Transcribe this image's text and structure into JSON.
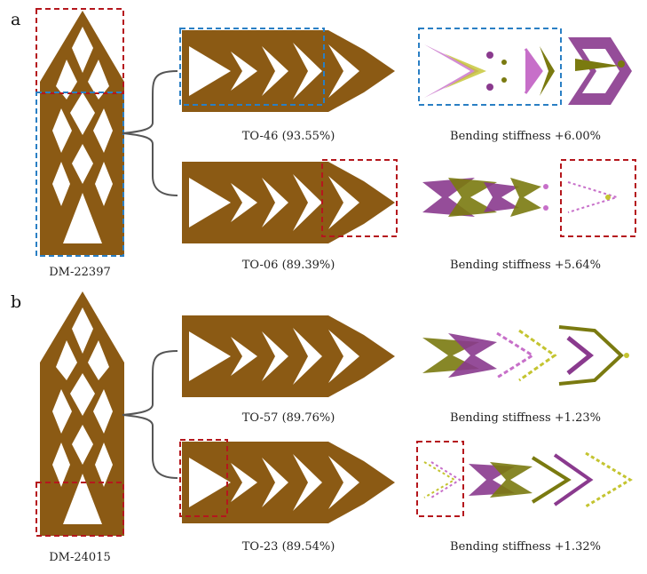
{
  "panels": [
    {
      "letter": "a",
      "dm_label": "DM-22397",
      "rows": [
        {
          "to_label": "TO-46 (93.55%)",
          "stiffness_label": "Bending stiffness +6.00%"
        },
        {
          "to_label": "TO-06 (89.39%)",
          "stiffness_label": "Bending stiffness +5.64%"
        }
      ]
    },
    {
      "letter": "b",
      "dm_label": "DM-24015",
      "rows": [
        {
          "to_label": "TO-57 (89.76%)",
          "stiffness_label": "Bending stiffness +1.23%"
        },
        {
          "to_label": "TO-23 (89.54%)",
          "stiffness_label": "Bending stiffness +1.32%"
        }
      ]
    }
  ],
  "colors": {
    "structure": "#8b5a14",
    "highlight_red": "#b5171d",
    "highlight_blue": "#2a7fc4",
    "diff_magenta": "#8a3a8e",
    "diff_olive": "#7a7a10"
  }
}
